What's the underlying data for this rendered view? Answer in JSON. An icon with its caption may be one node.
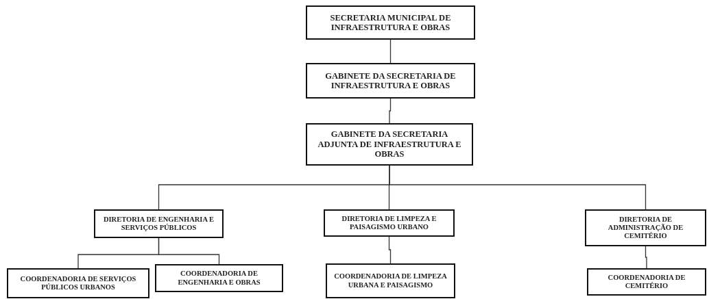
{
  "diagram": {
    "nodes": [
      {
        "text": [
          "SECRETARIA MUNICIPAL DE INFRAESTRUTURA E OBRAS"
        ]
      },
      {
        "text": [
          "GABINETE DA SECRETARIA DE INFRAESTRUTURA E OBRAS"
        ]
      },
      {
        "text": [
          "GABINETE DA SECRETARIA ADJUNTA DE INFRAESTRUTURA E OBRAS"
        ]
      },
      {
        "text": [
          "DIRETORIA DE ENGENHARIA E SERVIÇOS PÚBLICOS"
        ]
      },
      {
        "text": [
          "DIRETORIA DE LIMPEZA E PAISAGISMO URBANO"
        ]
      },
      {
        "text": [
          "DIRETORIA DE ADMINISTRAÇÃO DE CEMITÉRIO"
        ]
      },
      {
        "text": [
          "COORDENADORIA DE SERVIÇOS PÚBLICOS URBANOS"
        ]
      },
      {
        "text": [
          "COORDENADORIA DE ENGENHARIA E OBRAS"
        ]
      },
      {
        "text": [
          "COORDENADORIA DE LIMPEZA URBANA E PAISAGISMO"
        ]
      },
      {
        "text": [
          "COORDENADORIA DE CEMITÉRIO"
        ]
      }
    ],
    "edges": [
      {
        "from": 0,
        "to": 1,
        "arrow": "none"
      },
      {
        "from": 1,
        "to": 2,
        "arrow": "none"
      },
      {
        "from": 2,
        "to": 3,
        "arrow": "none"
      },
      {
        "from": 2,
        "to": 4,
        "arrow": "none"
      },
      {
        "from": 2,
        "to": 5,
        "arrow": "none"
      },
      {
        "from": 3,
        "to": 6,
        "arrow": "none"
      },
      {
        "from": 3,
        "to": 7,
        "arrow": "none"
      },
      {
        "from": 4,
        "to": 8,
        "arrow": "none"
      },
      {
        "from": 5,
        "to": 9,
        "arrow": "none"
      }
    ]
  }
}
